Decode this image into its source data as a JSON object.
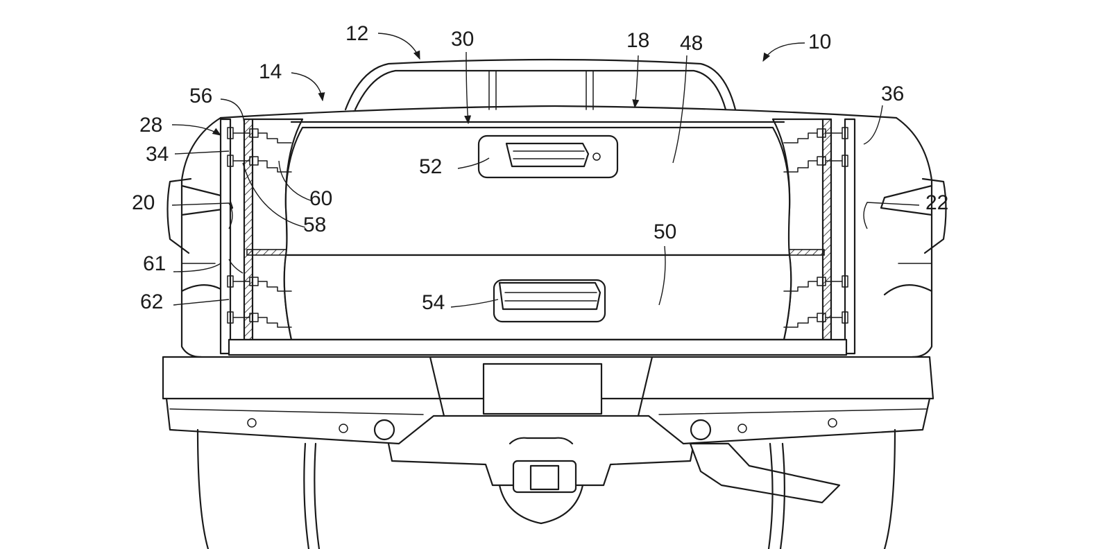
{
  "figure": {
    "reference_numerals": {
      "r10": "10",
      "r12": "12",
      "r14": "14",
      "r18": "18",
      "r20": "20",
      "r22": "22",
      "r28": "28",
      "r30": "30",
      "r34": "34",
      "r36": "36",
      "r48": "48",
      "r50": "50",
      "r52": "52",
      "r54": "54",
      "r56": "56",
      "r58": "58",
      "r60": "60",
      "r61": "61",
      "r62": "62"
    },
    "colors": {
      "line": "#1a1a1a",
      "background": "#ffffff"
    }
  }
}
